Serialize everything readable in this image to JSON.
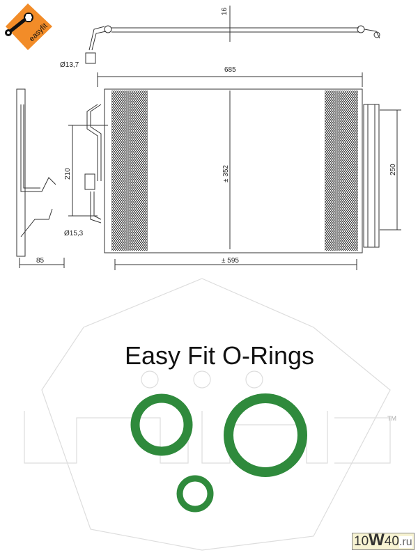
{
  "logo": {
    "text": "easyfit",
    "color": "#f28c28"
  },
  "dimensions": {
    "pipe_height": "16",
    "pipe_diameter_top": "Ø13,7",
    "width_total": "685",
    "height_left": "210",
    "core_height": "± 352",
    "drier_height": "250",
    "pipe_diameter_side": "Ø15,3",
    "depth": "85",
    "core_width": "± 595"
  },
  "caption": "Easy Fit O-Rings",
  "trademark": "TM",
  "oring_color": "#2f8a3c",
  "watermark_site": {
    "prefix": "10",
    "w": "W",
    "mid": "40",
    "suffix": ".ru"
  }
}
